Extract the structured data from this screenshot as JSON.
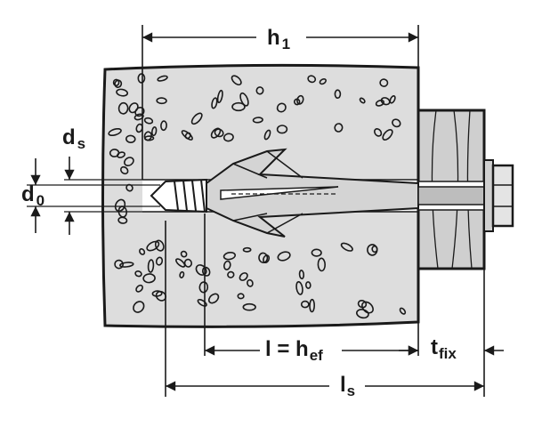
{
  "labels": {
    "h1": "h",
    "h1_sub": "1",
    "ds": "d",
    "ds_sub": "s",
    "d0": "d",
    "d0_sub": "0",
    "l_hef": "l = h",
    "l_hef_sub": "ef",
    "tfix": "t",
    "tfix_sub": "fix",
    "ls": "l",
    "ls_sub": "s"
  },
  "colors": {
    "line": "#1a1a1a",
    "concrete_fill": "#dddddd",
    "fixture_fill": "#cfcfcf",
    "bolt_fill": "#bdbdbd",
    "background": "#ffffff"
  }
}
